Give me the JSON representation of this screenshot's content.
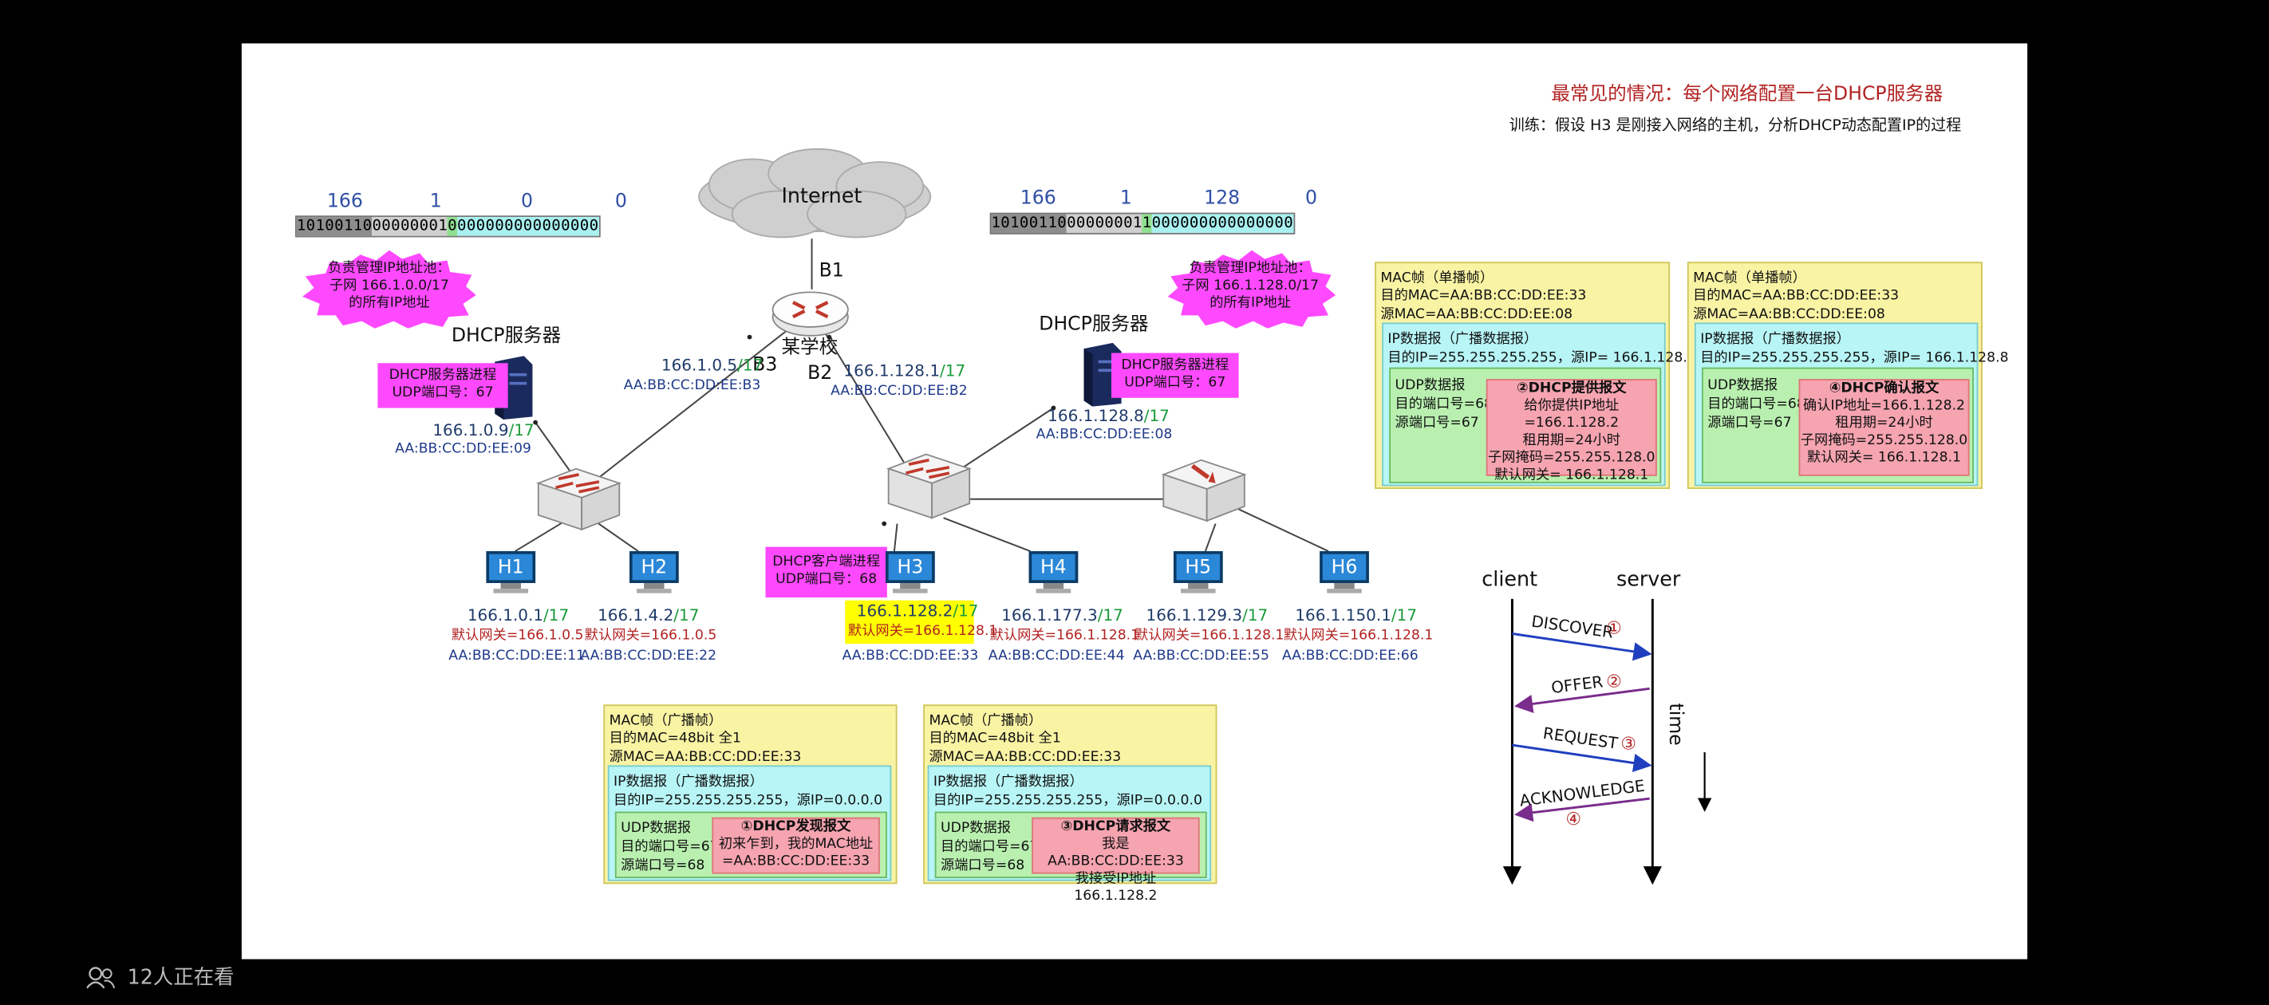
{
  "slide": {
    "title": "最常见的情况：每个网络配置一台DHCP服务器",
    "subtitle": "训练：假设 H3 是刚接入网络的主机，分析DHCP动态配置IP的过程"
  },
  "internet_label": "Internet",
  "router": {
    "name": "某学校",
    "ports": {
      "b1": "B1",
      "b2": "B2",
      "b3": "B3"
    },
    "b3_ip": "166.1.0.5",
    "b3_mask": "/17",
    "b3_mac": "AA:BB:CC:DD:EE:B3",
    "b2_ip": "166.1.128.1",
    "b2_mask": "/17",
    "b2_mac": "AA:BB:CC:DD:EE:B2"
  },
  "left_binary": {
    "octets": [
      "166",
      "1",
      "0",
      "0"
    ],
    "gray_bits": "10100110",
    "light_bits": "00000001",
    "green_bit": "0",
    "cyan_bits": "000000000000000"
  },
  "right_binary": {
    "octets": [
      "166",
      "1",
      "128",
      "0"
    ],
    "gray_bits": "10100110",
    "light_bits": "00000001",
    "green_bit": "1",
    "cyan_bits": "000000000000000"
  },
  "left_pool": {
    "line1": "负责管理IP地址池：",
    "line2": "子网 166.1.0.0/17",
    "line3": "的所有IP地址"
  },
  "right_pool": {
    "line1": "负责管理IP地址池：",
    "line2": "子网 166.1.128.0/17",
    "line3": "的所有IP地址"
  },
  "left_server": {
    "title": "DHCP服务器",
    "proc1": "DHCP服务器进程",
    "proc2": "UDP端口号：67",
    "ip": "166.1.0.9",
    "mask": "/17",
    "mac": "AA:BB:CC:DD:EE:09"
  },
  "right_server": {
    "title": "DHCP服务器",
    "proc1": "DHCP服务器进程",
    "proc2": "UDP端口号：67",
    "ip": "166.1.128.8",
    "mask": "/17",
    "mac": "AA:BB:CC:DD:EE:08"
  },
  "client_proc": {
    "line1": "DHCP客户端进程",
    "line2": "UDP端口号：68"
  },
  "hosts": [
    {
      "name": "H1",
      "ip": "166.1.0.1",
      "mask": "/17",
      "gw": "默认网关=166.1.0.5",
      "mac": "AA:BB:CC:DD:EE:11"
    },
    {
      "name": "H2",
      "ip": "166.1.4.2",
      "mask": "/17",
      "gw": "默认网关=166.1.0.5",
      "mac": "AA:BB:CC:DD:EE:22"
    },
    {
      "name": "H3",
      "ip": "166.1.128.2",
      "mask": "/17",
      "gw": "默认网关=166.1.128.1",
      "mac": "AA:BB:CC:DD:EE:33"
    },
    {
      "name": "H4",
      "ip": "166.1.177.3",
      "mask": "/17",
      "gw": "默认网关=166.1.128.1",
      "mac": "AA:BB:CC:DD:EE:44"
    },
    {
      "name": "H5",
      "ip": "166.1.129.3",
      "mask": "/17",
      "gw": "默认网关=166.1.128.1",
      "mac": "AA:BB:CC:DD:EE:55"
    },
    {
      "name": "H6",
      "ip": "166.1.150.1",
      "mask": "/17",
      "gw": "默认网关=166.1.128.1",
      "mac": "AA:BB:CC:DD:EE:66"
    }
  ],
  "frames": {
    "offer": {
      "mac_title": "MAC帧（单播帧）",
      "dst_mac": "目的MAC=AA:BB:CC:DD:EE:33",
      "src_mac": "源MAC=AA:BB:CC:DD:EE:08",
      "ip_title": "IP数据报（广播数据报）",
      "ip_line": "目的IP=255.255.255.255，源IP= 166.1.128.8",
      "udp_title": "UDP数据报",
      "dst_port": "目的端口号=68",
      "src_port": "源端口号=67",
      "msg_title": "②DHCP提供报文",
      "m1": "给你提供IP地址=166.1.128.2",
      "m2": "租用期=24小时",
      "m3": "子网掩码=255.255.128.0",
      "m4": "默认网关= 166.1.128.1"
    },
    "ack": {
      "mac_title": "MAC帧（单播帧）",
      "dst_mac": "目的MAC=AA:BB:CC:DD:EE:33",
      "src_mac": "源MAC=AA:BB:CC:DD:EE:08",
      "ip_title": "IP数据报（广播数据报）",
      "ip_line": "目的IP=255.255.255.255，源IP= 166.1.128.8",
      "udp_title": "UDP数据报",
      "dst_port": "目的端口号=68",
      "src_port": "源端口号=67",
      "msg_title": "④DHCP确认报文",
      "m1": "确认IP地址=166.1.128.2",
      "m2": "租用期=24小时",
      "m3": "子网掩码=255.255.128.0",
      "m4": "默认网关= 166.1.128.1"
    },
    "discover": {
      "mac_title": "MAC帧（广播帧）",
      "dst_mac": "目的MAC=48bit 全1",
      "src_mac": "源MAC=AA:BB:CC:DD:EE:33",
      "ip_title": "IP数据报（广播数据报）",
      "ip_line": "目的IP=255.255.255.255，源IP=0.0.0.0",
      "udp_title": "UDP数据报",
      "dst_port": "目的端口号=67",
      "src_port": "源端口号=68",
      "msg_title": "①DHCP发现报文",
      "m1": "初来乍到，我的MAC地址",
      "m2": "=AA:BB:CC:DD:EE:33"
    },
    "request": {
      "mac_title": "MAC帧（广播帧）",
      "dst_mac": "目的MAC=48bit 全1",
      "src_mac": "源MAC=AA:BB:CC:DD:EE:33",
      "ip_title": "IP数据报（广播数据报）",
      "ip_line": "目的IP=255.255.255.255，源IP=0.0.0.0",
      "udp_title": "UDP数据报",
      "dst_port": "目的端口号=67",
      "src_port": "源端口号=68",
      "msg_title": "③DHCP请求报文",
      "m1": "我是 AA:BB:CC:DD:EE:33",
      "m2": "我接受IP地址 166.1.128.2"
    }
  },
  "sequence": {
    "client": "client",
    "server": "server",
    "time": "time",
    "discover": "DISCOVER",
    "offer": "OFFER",
    "request": "REQUEST",
    "ack": "ACKNOWLEDGE",
    "n1": "①",
    "n2": "②",
    "n3": "③",
    "n4": "④"
  },
  "overlay": {
    "viewers": "12人正在看"
  },
  "colors": {
    "mask_green": "#1a9a3a",
    "gateway_red": "#b22222",
    "ip_blue": "#1f3a8a",
    "bubble_magenta": "#ff49ff",
    "frame_yellow": "#f9f3a4",
    "ip_cyan": "#b8f5f6",
    "udp_green": "#b9f0b0",
    "msg_pink": "#f5a4b0"
  }
}
